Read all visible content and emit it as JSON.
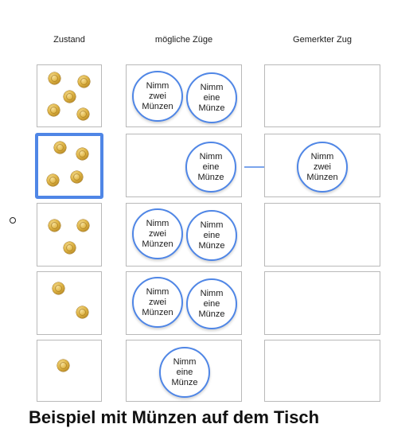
{
  "headers": {
    "state": "Zustand",
    "moves": "mögliche Züge",
    "remembered": "Gemerkter Zug"
  },
  "moves": {
    "take_two": "Nimm\nzwei\nMünzen",
    "take_one": "Nimm\neine\nMünze"
  },
  "rows": [
    {
      "coins": 5,
      "selected": false,
      "options": [
        "take_two",
        "take_one"
      ],
      "remembered": null
    },
    {
      "coins": 4,
      "selected": true,
      "options": [
        "take_one"
      ],
      "remembered": "take_two"
    },
    {
      "coins": 3,
      "selected": false,
      "options": [
        "take_two",
        "take_one"
      ],
      "remembered": null
    },
    {
      "coins": 2,
      "selected": false,
      "options": [
        "take_two",
        "take_one"
      ],
      "remembered": null
    },
    {
      "coins": 1,
      "selected": false,
      "options": [
        "take_one"
      ],
      "remembered": null
    }
  ],
  "footer_text": "Beispiel mit Münzen auf dem Tisch",
  "colors": {
    "accent": "#4f86e6",
    "border": "#b9b9b9",
    "coin": "#e0b646"
  }
}
